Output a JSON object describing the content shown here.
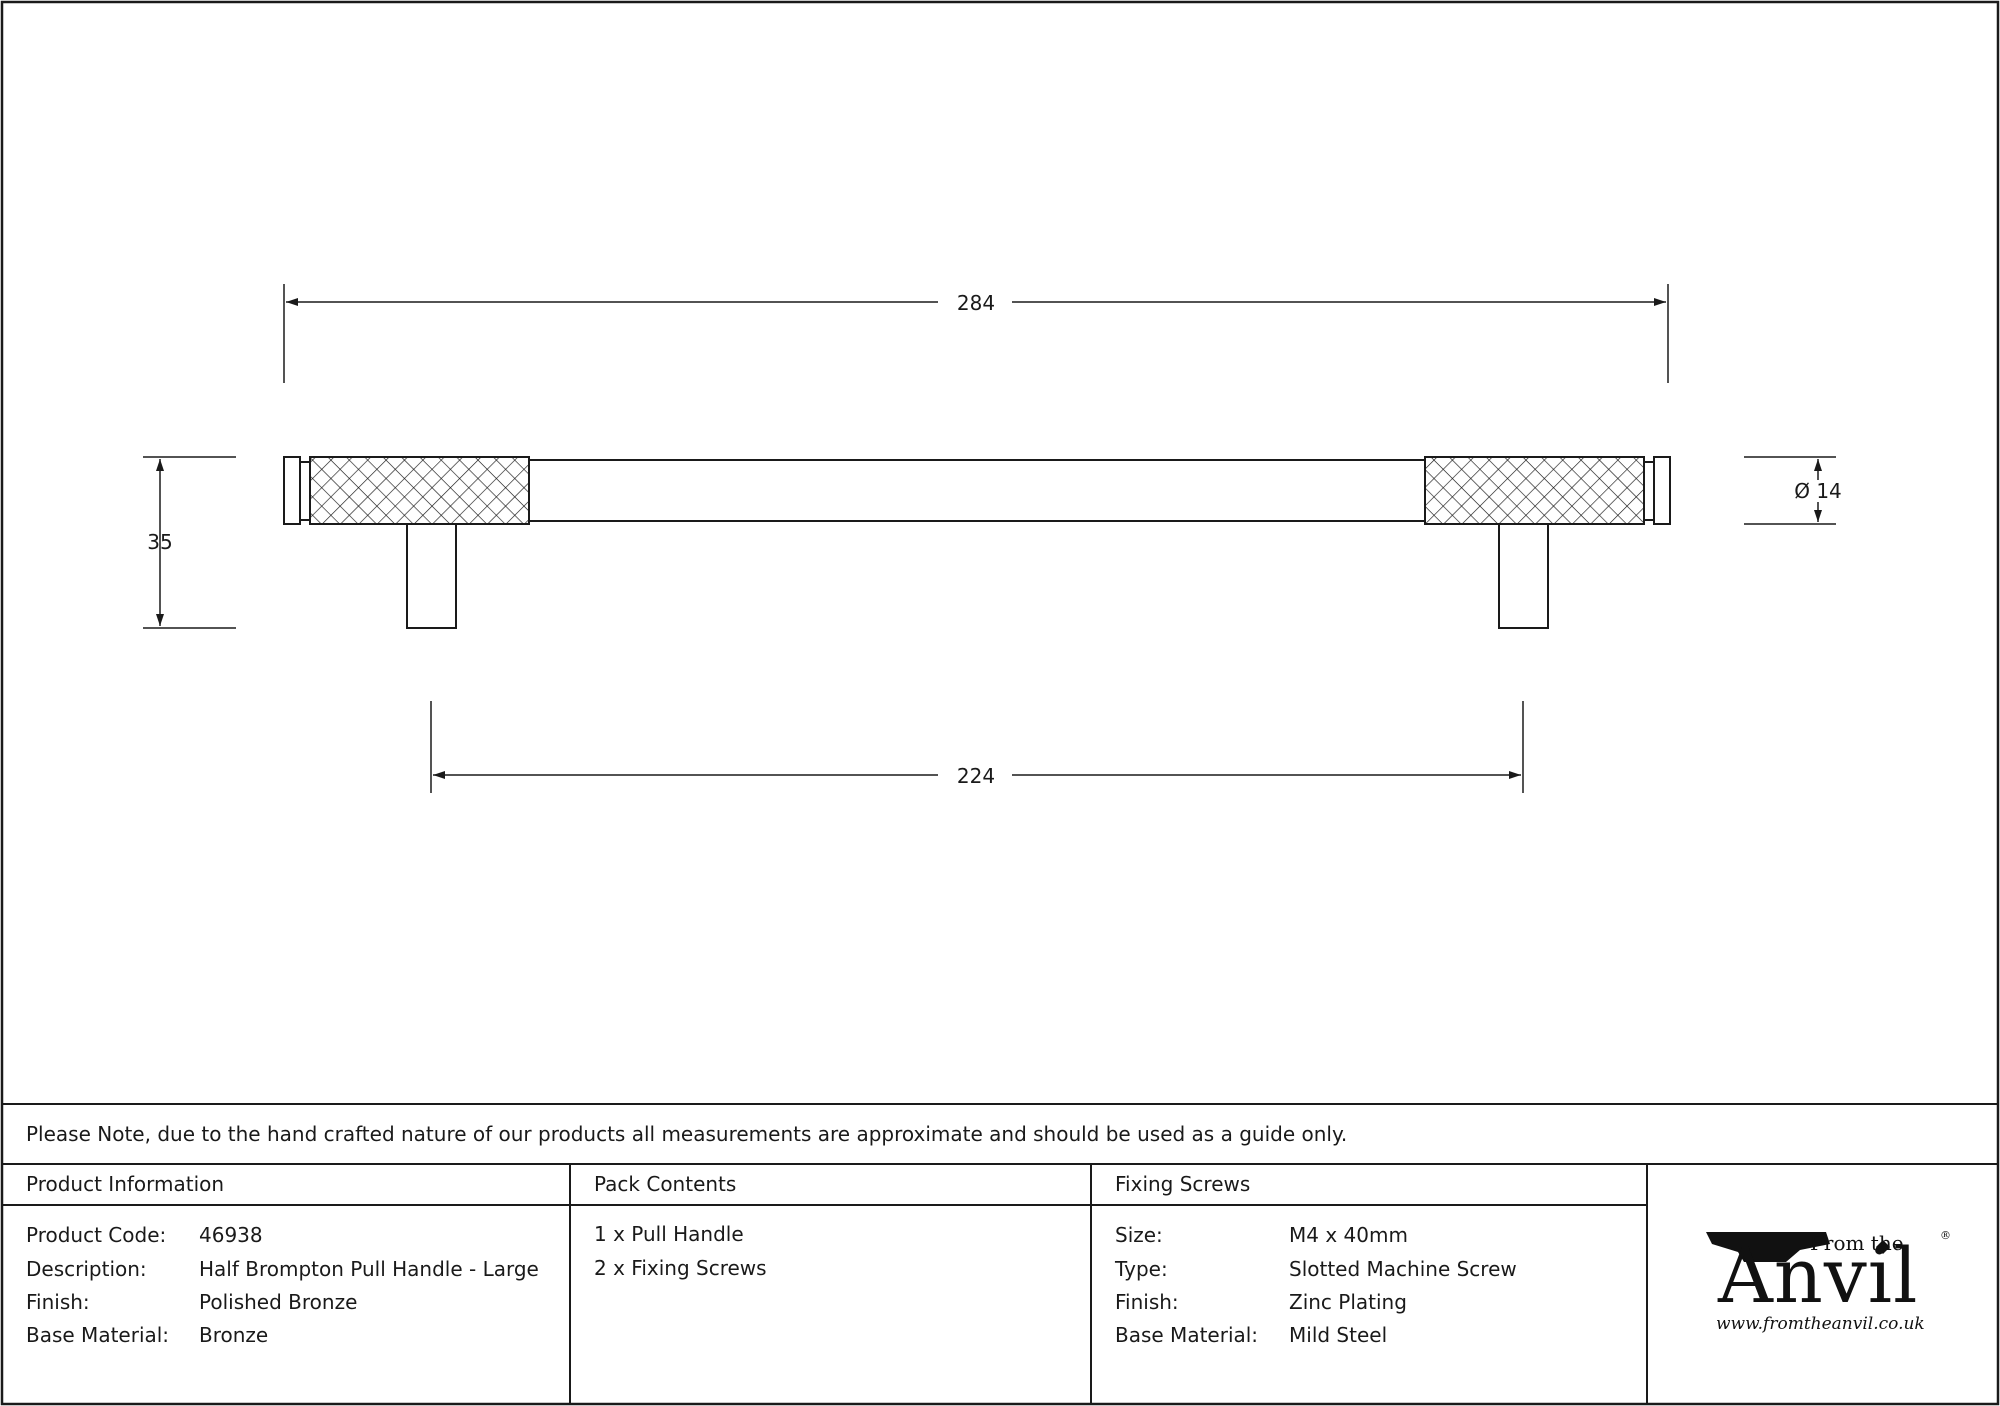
{
  "dimensions": {
    "overall_length": "284",
    "hole_centres": "224",
    "projection": "35",
    "diameter": "Ø 14"
  },
  "note": "Please Note, due to the hand crafted nature of our products all measurements are approximate and should be used as a guide only.",
  "product_information": {
    "heading": "Product Information",
    "rows": [
      {
        "label": "Product Code:",
        "value": "46938"
      },
      {
        "label": "Description:",
        "value": "Half Brompton Pull Handle - Large"
      },
      {
        "label": "Finish:",
        "value": "Polished Bronze"
      },
      {
        "label": "Base Material:",
        "value": "Bronze"
      }
    ]
  },
  "pack_contents": {
    "heading": "Pack Contents",
    "items": [
      "1 x Pull Handle",
      "2 x Fixing Screws"
    ]
  },
  "fixing_screws": {
    "heading": "Fixing Screws",
    "rows": [
      {
        "label": "Size:",
        "value": "M4 x 40mm"
      },
      {
        "label": "Type:",
        "value": "Slotted Machine Screw"
      },
      {
        "label": "Finish:",
        "value": "Zinc Plating"
      },
      {
        "label": "Base Material:",
        "value": "Mild Steel"
      }
    ]
  },
  "logo": {
    "from_the": "From the",
    "anvil": "Anvil",
    "registered": "®",
    "url": "www.fromtheanvil.co.uk"
  },
  "colors": {
    "line": "#1a1a1a",
    "background": "#ffffff"
  }
}
